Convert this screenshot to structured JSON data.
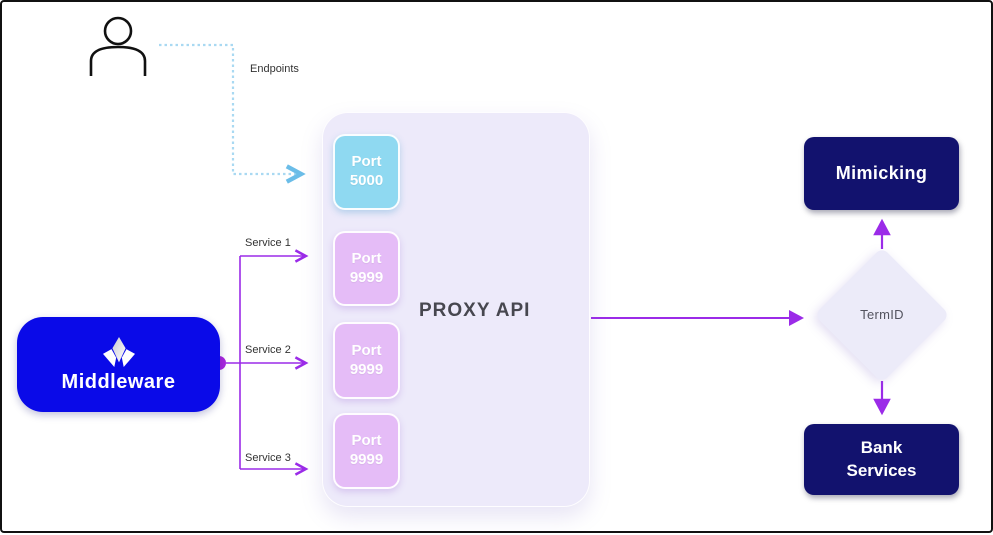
{
  "colors": {
    "frame": "#111111",
    "background": "#ffffff",
    "middleware_blue": "#0a0ae8",
    "navy": "#12126e",
    "purple": "#9b2be8",
    "dot_magenta": "#aa28dd",
    "dotted_blue": "#a9d9f2",
    "port_blue": "#8fd9f1",
    "port_purple": "#e5bcf7",
    "panel_lavender": "#edeafa",
    "diamond_lavender": "#ecebf9",
    "text_dark": "#333333",
    "proxy_text": "#47474f",
    "termid_text": "#53535f",
    "white": "#ffffff"
  },
  "annotations": {
    "endpoints": "Endpoints",
    "service_1": "Service 1",
    "service_2": "Service 2",
    "service_3": "Service 3"
  },
  "nodes": {
    "middleware": {
      "label": "Middleware"
    },
    "proxy": {
      "title": "PROXY API",
      "ports": [
        {
          "line1": "Port",
          "line2": "5000"
        },
        {
          "line1": "Port",
          "line2": "9999"
        },
        {
          "line1": "Port",
          "line2": "9999"
        },
        {
          "line1": "Port",
          "line2": "9999"
        }
      ]
    },
    "termid": {
      "label": "TermID"
    },
    "mimicking": {
      "label": "Mimicking"
    },
    "bank_services": {
      "label": "Bank Services"
    }
  }
}
